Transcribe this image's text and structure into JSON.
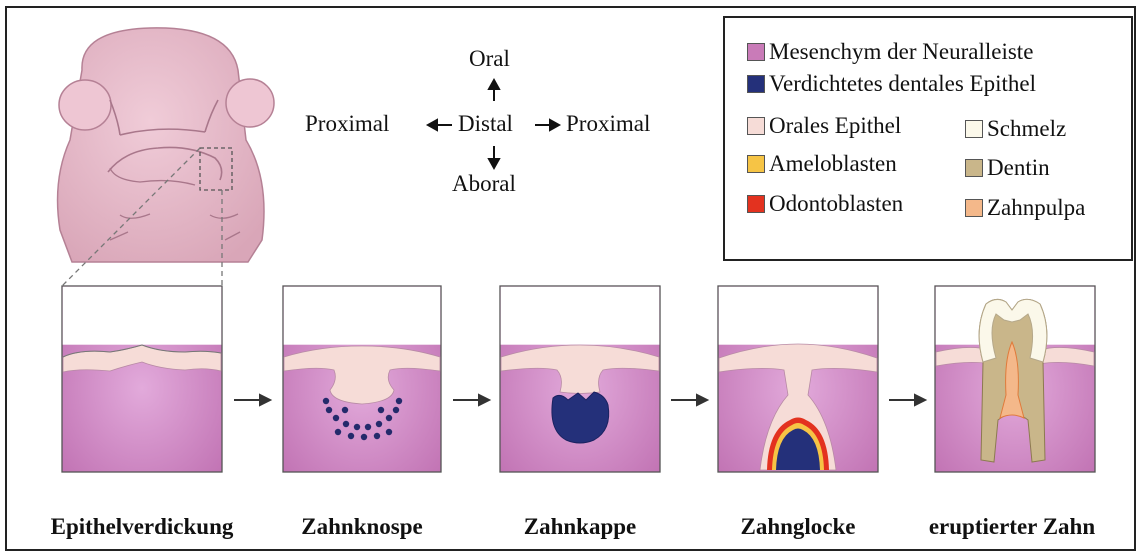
{
  "orientation": {
    "top": "Oral",
    "center": "Distal",
    "left": "Proximal",
    "right": "Proximal",
    "bottom": "Aboral"
  },
  "legend": [
    {
      "label": "Mesenchym der Neuralleiste",
      "color": "#c97bb8"
    },
    {
      "label": "Verdichtetes dentales Epithel",
      "color": "#24307a"
    },
    {
      "label": "Orales Epithel",
      "color": "#f6dcd7"
    },
    {
      "label": "Schmelz",
      "color": "#fbf8ea"
    },
    {
      "label": "Ameloblasten",
      "color": "#f6c445"
    },
    {
      "label": "Dentin",
      "color": "#c9b68a"
    },
    {
      "label": "Odontoblasten",
      "color": "#e3321f"
    },
    {
      "label": "Zahnpulpa",
      "color": "#f4b88a"
    }
  ],
  "stages": [
    {
      "label": "Epithelverdickung"
    },
    {
      "label": "Zahnknospe"
    },
    {
      "label": "Zahnkappe"
    },
    {
      "label": "Zahnglocke"
    },
    {
      "label": "eruptierter Zahn"
    }
  ]
}
